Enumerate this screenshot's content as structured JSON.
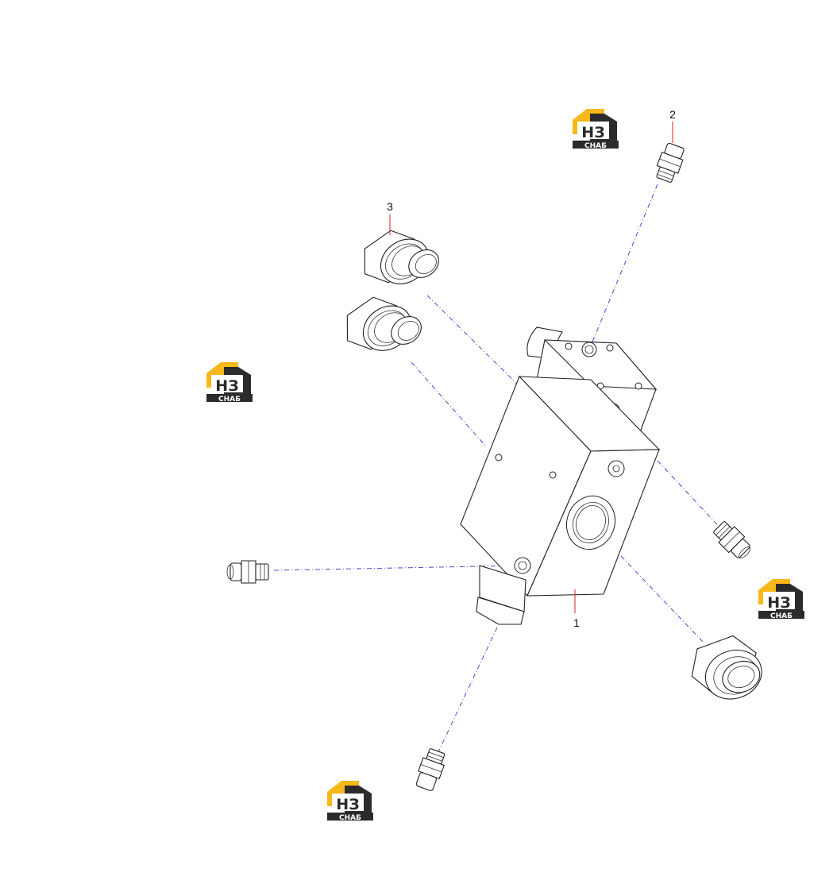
{
  "callouts": [
    {
      "id": "1",
      "label": "1"
    },
    {
      "id": "2",
      "label": "2"
    },
    {
      "id": "3",
      "label": "3"
    }
  ],
  "watermark": {
    "line1": "НЗ",
    "line2": "СНАБ",
    "colors": {
      "yellow": "#f6b81a",
      "dark": "#2b2b2b",
      "white": "#ffffff"
    }
  },
  "colors": {
    "leader": "#4a4ad0",
    "callout_tick": "#d22222",
    "line": "#222222"
  }
}
